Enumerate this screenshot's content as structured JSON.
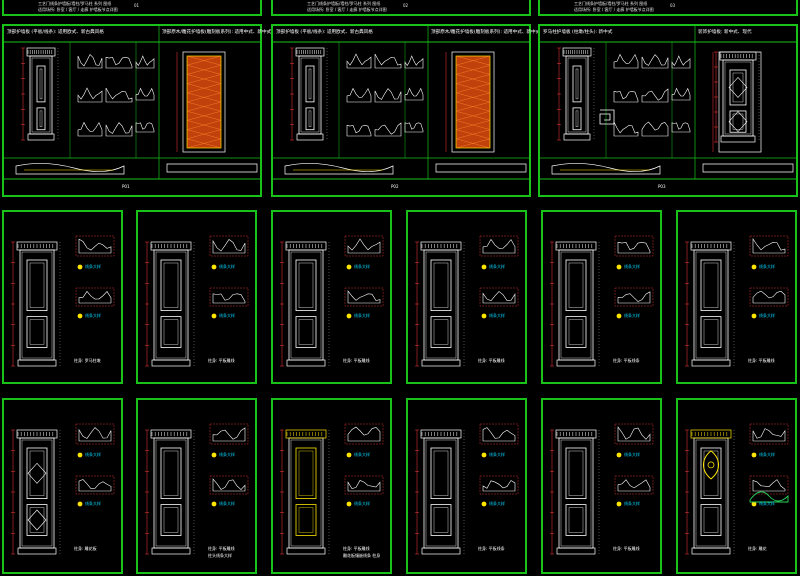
{
  "colors": {
    "frame": "#19c219",
    "line": "#ffffff",
    "dim": "#ff3b3b",
    "accent_yellow": "#ffe600",
    "accent_cyan": "#00d6ff",
    "accent_magenta": "#ff2bd6",
    "carving": "#c0410c"
  },
  "top_strip": [
    {
      "line1": "工艺门线条护墙板/墙柱/罗马柱 系列 图纸",
      "line2": "适用场所: 卧室 / 客厅 / 走廊 护墙板节点详图",
      "code": "01"
    },
    {
      "line1": "工艺门线条护墙板/墙柱/罗马柱 系列 图纸",
      "line2": "适用场所: 卧室 / 客厅 / 走廊 护墙板节点详图",
      "code": "02"
    },
    {
      "line1": "工艺门线条护墙板/墙柱/罗马柱 系列 图纸",
      "line2": "适用场所: 卧室 / 客厅 / 走廊 护墙板节点详图",
      "code": "03"
    }
  ],
  "wide_sheets": [
    {
      "title_a": "顶部护墙板 (平板/线条): 适用欧式、新古典风格",
      "title_b": "顶部原木/雕花护墙板(雕刻板系列): 适用中式、新中式、古典风格",
      "carved": true,
      "page": "P01"
    },
    {
      "title_a": "顶部护墙板 (平板/线条): 适用欧式、新古典风格",
      "title_b": "顶部原木/雕花护墙板(雕刻板系列): 适用中式、新中式、古典风格",
      "carved": true,
      "page": "P02"
    },
    {
      "title_a": "罗马柱护墙板 (柱墩/柱头): 新中式",
      "title_b": "装饰护墙板: 新中式、现代",
      "carved": false,
      "page": "P03"
    }
  ],
  "panel_sheets": [
    {
      "caption": "柱身: 罗马柱墩",
      "note2": "",
      "variant": "plain",
      "tag": "线条大样"
    },
    {
      "caption": "柱身: 平板雕线",
      "note2": "",
      "variant": "plain",
      "tag": "线条大样"
    },
    {
      "caption": "柱身: 平板雕线",
      "note2": "",
      "variant": "plain",
      "tag": "线条大样"
    },
    {
      "caption": "柱身: 平板雕线",
      "note2": "",
      "variant": "plain",
      "tag": "线条大样"
    },
    {
      "caption": "柱身: 平板线条",
      "note2": "",
      "variant": "plain",
      "tag": "线条大样"
    },
    {
      "caption": "柱身: 平板雕线",
      "note2": "",
      "variant": "plain",
      "tag": "线条大样"
    },
    {
      "caption": "柱身: 雕花板",
      "note2": "",
      "variant": "ornate",
      "tag": "线条大样"
    },
    {
      "caption": "柱身: 平板雕线",
      "note2": "柱头线条大样",
      "variant": "plain",
      "tag": "线条大样"
    },
    {
      "caption": "柱身: 平板雕线",
      "note2": "雕花板镶嵌线条 柱身",
      "variant": "gold",
      "tag": "线条大样"
    },
    {
      "caption": "柱身: 平板线条",
      "note2": "",
      "variant": "plain",
      "tag": "线条大样"
    },
    {
      "caption": "柱身: 平板雕线",
      "note2": "",
      "variant": "plain",
      "tag": "线条大样"
    },
    {
      "caption": "柱身: 雕花",
      "note2": "",
      "variant": "goldtop",
      "tag": "线条大样"
    }
  ]
}
